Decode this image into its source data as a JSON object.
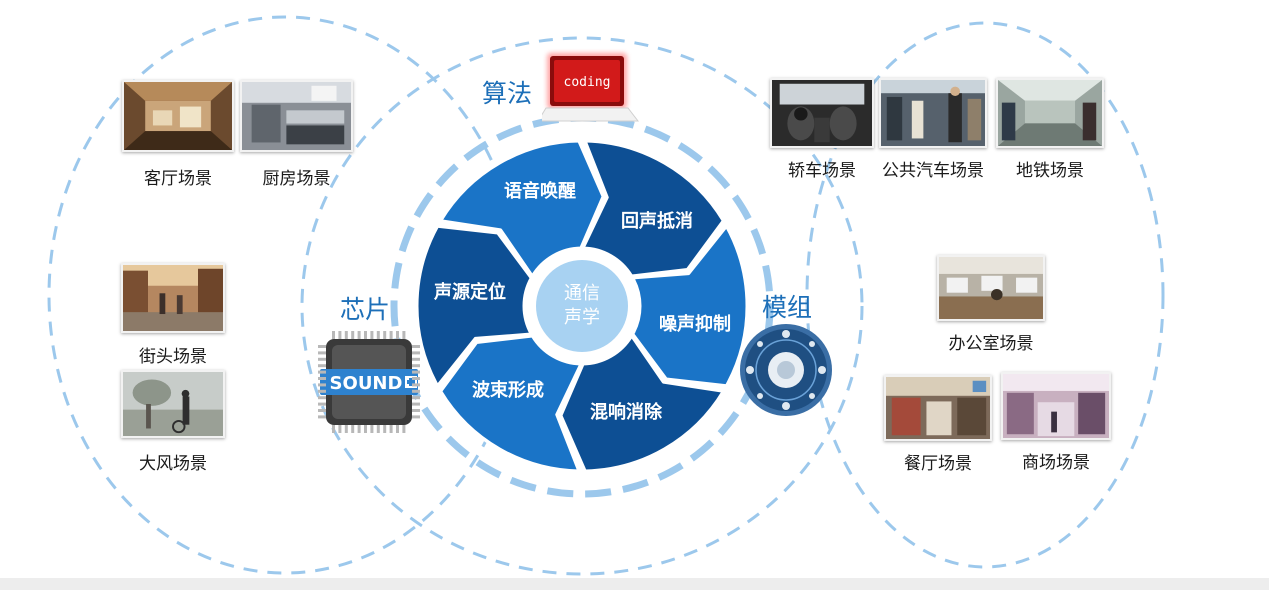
{
  "center": {
    "line1": "通信",
    "line2": "声学"
  },
  "segments": [
    "语音唤醒",
    "回声抵消",
    "噪声抑制",
    "混响消除",
    "波束形成",
    "声源定位"
  ],
  "categories": {
    "algorithm": "算法",
    "chip": "芯片",
    "module": "模组"
  },
  "laptop_screen_text": "coding",
  "chip_text": "SOUND",
  "scenes_left": [
    "客厅场景",
    "厨房场景",
    "街头场景",
    "大风场景"
  ],
  "scenes_right": [
    "轿车场景",
    "公共汽车场景",
    "地铁场景",
    "办公室场景",
    "餐厅场景",
    "商场场景"
  ],
  "colors": {
    "dark_blue": "#0d4f94",
    "mid_blue": "#1a74c7",
    "center_fill": "#a8d2f2",
    "dash_blue": "#9cc8ec",
    "label_blue": "#1d6fb8",
    "laptop_red": "#d21a1a"
  }
}
